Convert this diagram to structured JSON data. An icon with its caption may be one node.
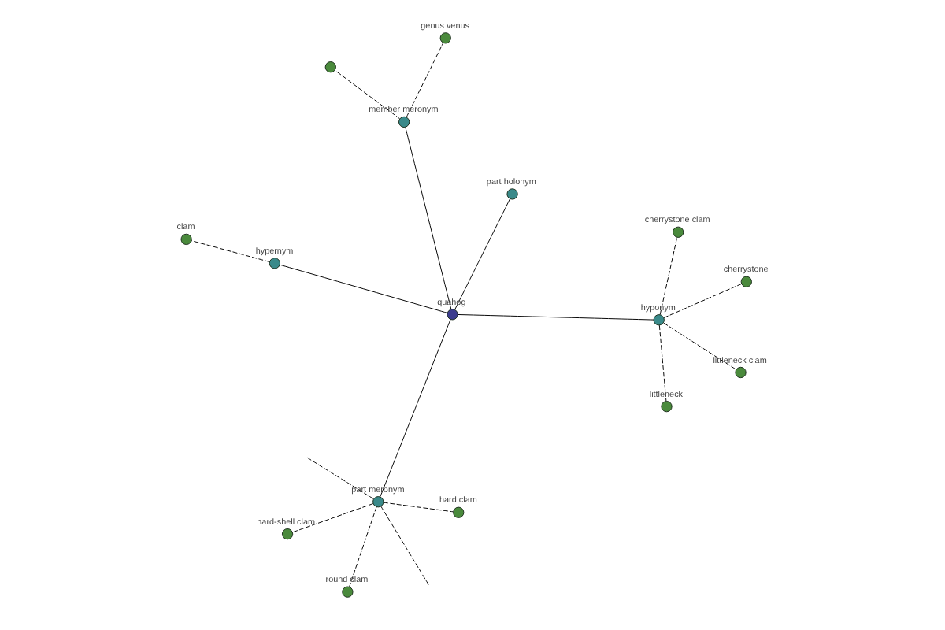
{
  "diagram": {
    "nodes": [
      {
        "text": [],
        "shape": "circle"
      },
      {
        "text": [
          "hard clam"
        ]
      },
      {
        "text": [
          "round clam"
        ]
      },
      {
        "text": [
          "part meronym"
        ]
      },
      {
        "text": [
          "genus venus"
        ]
      },
      {
        "text": [
          "member meronym"
        ]
      },
      {
        "text": [
          "hard-shell clam"
        ]
      },
      {
        "text": [
          "quahog"
        ]
      },
      {
        "text": [
          "littleneck"
        ]
      },
      {
        "text": [
          "cherrystone"
        ]
      },
      {
        "text": [
          "hypernym"
        ]
      },
      {
        "text": [
          "clam"
        ]
      },
      {
        "text": [
          "hyponym"
        ]
      },
      {
        "text": [
          "cherrystone clam"
        ]
      },
      {
        "text": [
          "part holonym"
        ]
      },
      {
        "text": [
          "littleneck clam"
        ]
      }
    ],
    "edges": [
      {
        "from": 7,
        "to": 3,
        "arrow": "none"
      },
      {
        "from": 7,
        "to": 5,
        "arrow": "none"
      },
      {
        "from": 7,
        "to": 10,
        "arrow": "none"
      },
      {
        "from": 7,
        "to": 14,
        "arrow": "none"
      },
      {
        "from": 7,
        "to": 12,
        "arrow": "none"
      },
      {
        "from": 3,
        "to": 1,
        "arrow": "none",
        "style": "dashed"
      },
      {
        "from": 3,
        "to": 2,
        "arrow": "none",
        "style": "dashed"
      },
      {
        "from": 3,
        "to": 6,
        "arrow": "none",
        "style": "dashed"
      },
      {
        "from": 3,
        "to": null,
        "arrow": "none",
        "style": "dashed"
      },
      {
        "from": 3,
        "to": null,
        "arrow": "none",
        "style": "dashed"
      },
      {
        "from": 5,
        "to": 0,
        "arrow": "none",
        "style": "dashed"
      },
      {
        "from": 5,
        "to": 4,
        "arrow": "none",
        "style": "dashed"
      },
      {
        "from": 10,
        "to": 11,
        "arrow": "none",
        "style": "dashed"
      },
      {
        "from": 12,
        "to": 8,
        "arrow": "none",
        "style": "dashed"
      },
      {
        "from": 12,
        "to": 9,
        "arrow": "none",
        "style": "dashed"
      },
      {
        "from": 12,
        "to": 13,
        "arrow": "none",
        "style": "dashed"
      },
      {
        "from": 12,
        "to": 15,
        "arrow": "none",
        "style": "dashed"
      }
    ]
  }
}
